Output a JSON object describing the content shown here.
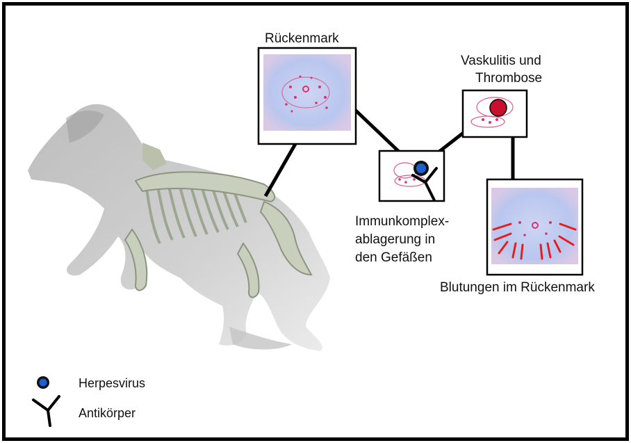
{
  "labels": {
    "spinal_cord": "Rückenmark",
    "vasculitis_line1": "Vaskulitis und",
    "vasculitis_line2": "Thrombose",
    "immune_line1": "Immunkomplex-",
    "immune_line2": "ablagerung in",
    "immune_line3": "den Gefäßen",
    "hemorrhage": "Blutungen im Rückenmark"
  },
  "legend": {
    "herpesvirus": "Herpesvirus",
    "antibody": "Antikörper"
  },
  "icons": {
    "horse": "horse-skeleton-illustration",
    "virus": "herpesvirus-icon",
    "antibody": "antibody-icon"
  },
  "colors": {
    "tissue_bg": "#b9c6ee",
    "tissue_red": "#e0306a",
    "virus_blue": "#1e5fd0",
    "thrombus_red": "#c8102e",
    "hemorrhage_red": "#e41e1e"
  }
}
